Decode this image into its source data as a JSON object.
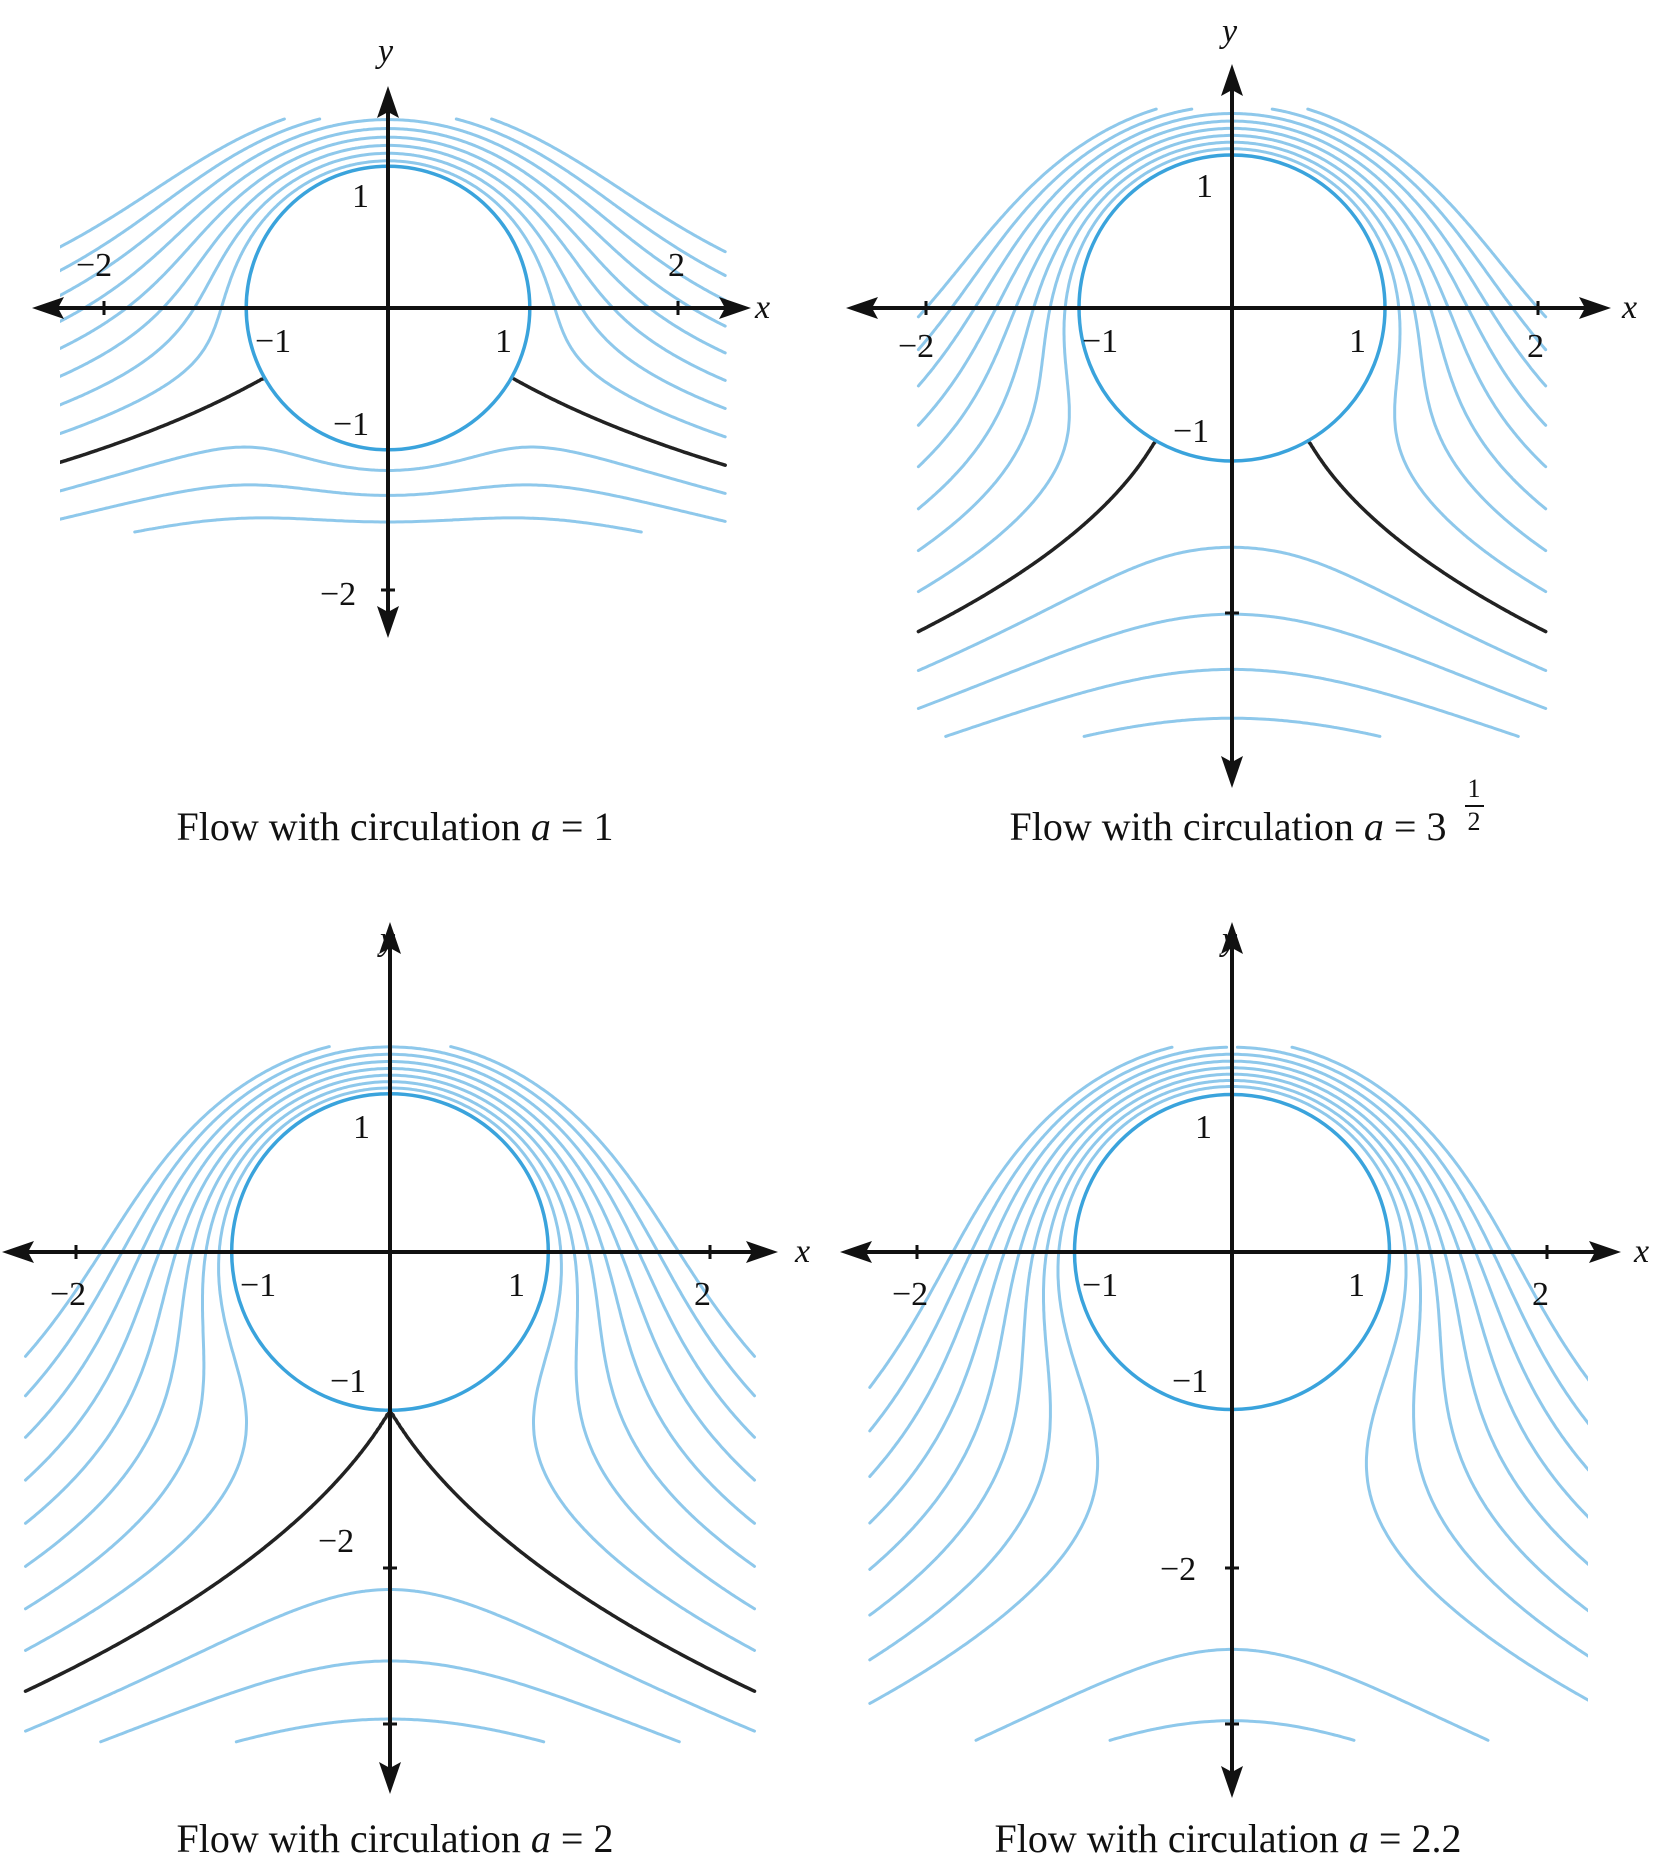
{
  "colors": {
    "streamline": "#8ec8eb",
    "cylinder": "#3aa3dc",
    "dividing": "#222222",
    "axis": "#111111"
  },
  "panels": [
    {
      "a": 1,
      "caption": {
        "prefix": "Flow with circulation ",
        "var": "a",
        "equals": " = ",
        "value": "1",
        "superscript": ""
      },
      "axis_names": {
        "x": "x",
        "y": "y"
      },
      "x_ticks": [
        "−2",
        "−1",
        "1",
        "2"
      ],
      "y_ticks": [
        "1",
        "−1",
        "−2"
      ]
    },
    {
      "a": 1.7320508,
      "caption": {
        "prefix": "Flow with circulation ",
        "var": "a",
        "equals": " = ",
        "value": "3",
        "superscript": "1/2"
      },
      "axis_names": {
        "x": "x",
        "y": "y"
      },
      "x_ticks": [
        "−2",
        "−1",
        "1",
        "2"
      ],
      "y_ticks": [
        "1",
        "−1"
      ]
    },
    {
      "a": 2,
      "caption": {
        "prefix": "Flow with circulation ",
        "var": "a",
        "equals": " = ",
        "value": "2",
        "superscript": ""
      },
      "axis_names": {
        "x": "x",
        "y": "y"
      },
      "x_ticks": [
        "−2",
        "−1",
        "1",
        "2"
      ],
      "y_ticks": [
        "1",
        "−1",
        "−2"
      ]
    },
    {
      "a": 2.2,
      "caption": {
        "prefix": "Flow with circulation ",
        "var": "a",
        "equals": " = ",
        "value": "2.2",
        "superscript": ""
      },
      "axis_names": {
        "x": "x",
        "y": "y"
      },
      "x_ticks": [
        "−2",
        "−1",
        "1",
        "2"
      ],
      "y_ticks": [
        "1",
        "−1",
        "−2"
      ]
    }
  ]
}
